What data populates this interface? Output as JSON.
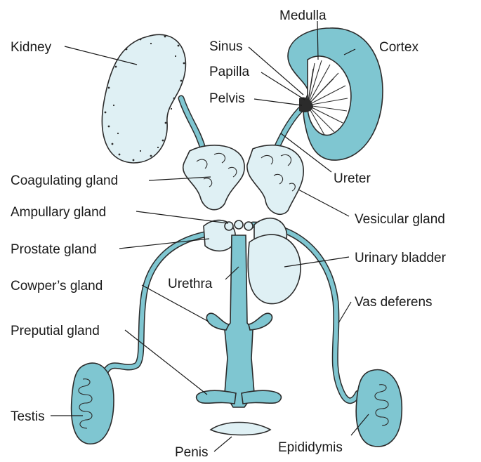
{
  "labels": {
    "kidney": "Kidney",
    "medulla": "Medulla",
    "sinus": "Sinus",
    "cortex": "Cortex",
    "papilla": "Papilla",
    "pelvis": "Pelvis",
    "coagulating_gland": "Coagulating gland",
    "ureter": "Ureter",
    "ampullary_gland": "Ampullary gland",
    "vesicular_gland": "Vesicular gland",
    "prostate_gland": "Prostate gland",
    "urinary_bladder": "Urinary bladder",
    "urethra": "Urethra",
    "cowpers_gland": "Cowper’s gland",
    "vas_deferens": "Vas deferens",
    "preputial_gland": "Preputial gland",
    "testis": "Testis",
    "penis": "Penis",
    "epididymis": "Epididymis"
  },
  "colors": {
    "organ_fill": "#7fc6d1",
    "pale_fill": "#dff0f4",
    "ink": "#1a1a1a"
  }
}
